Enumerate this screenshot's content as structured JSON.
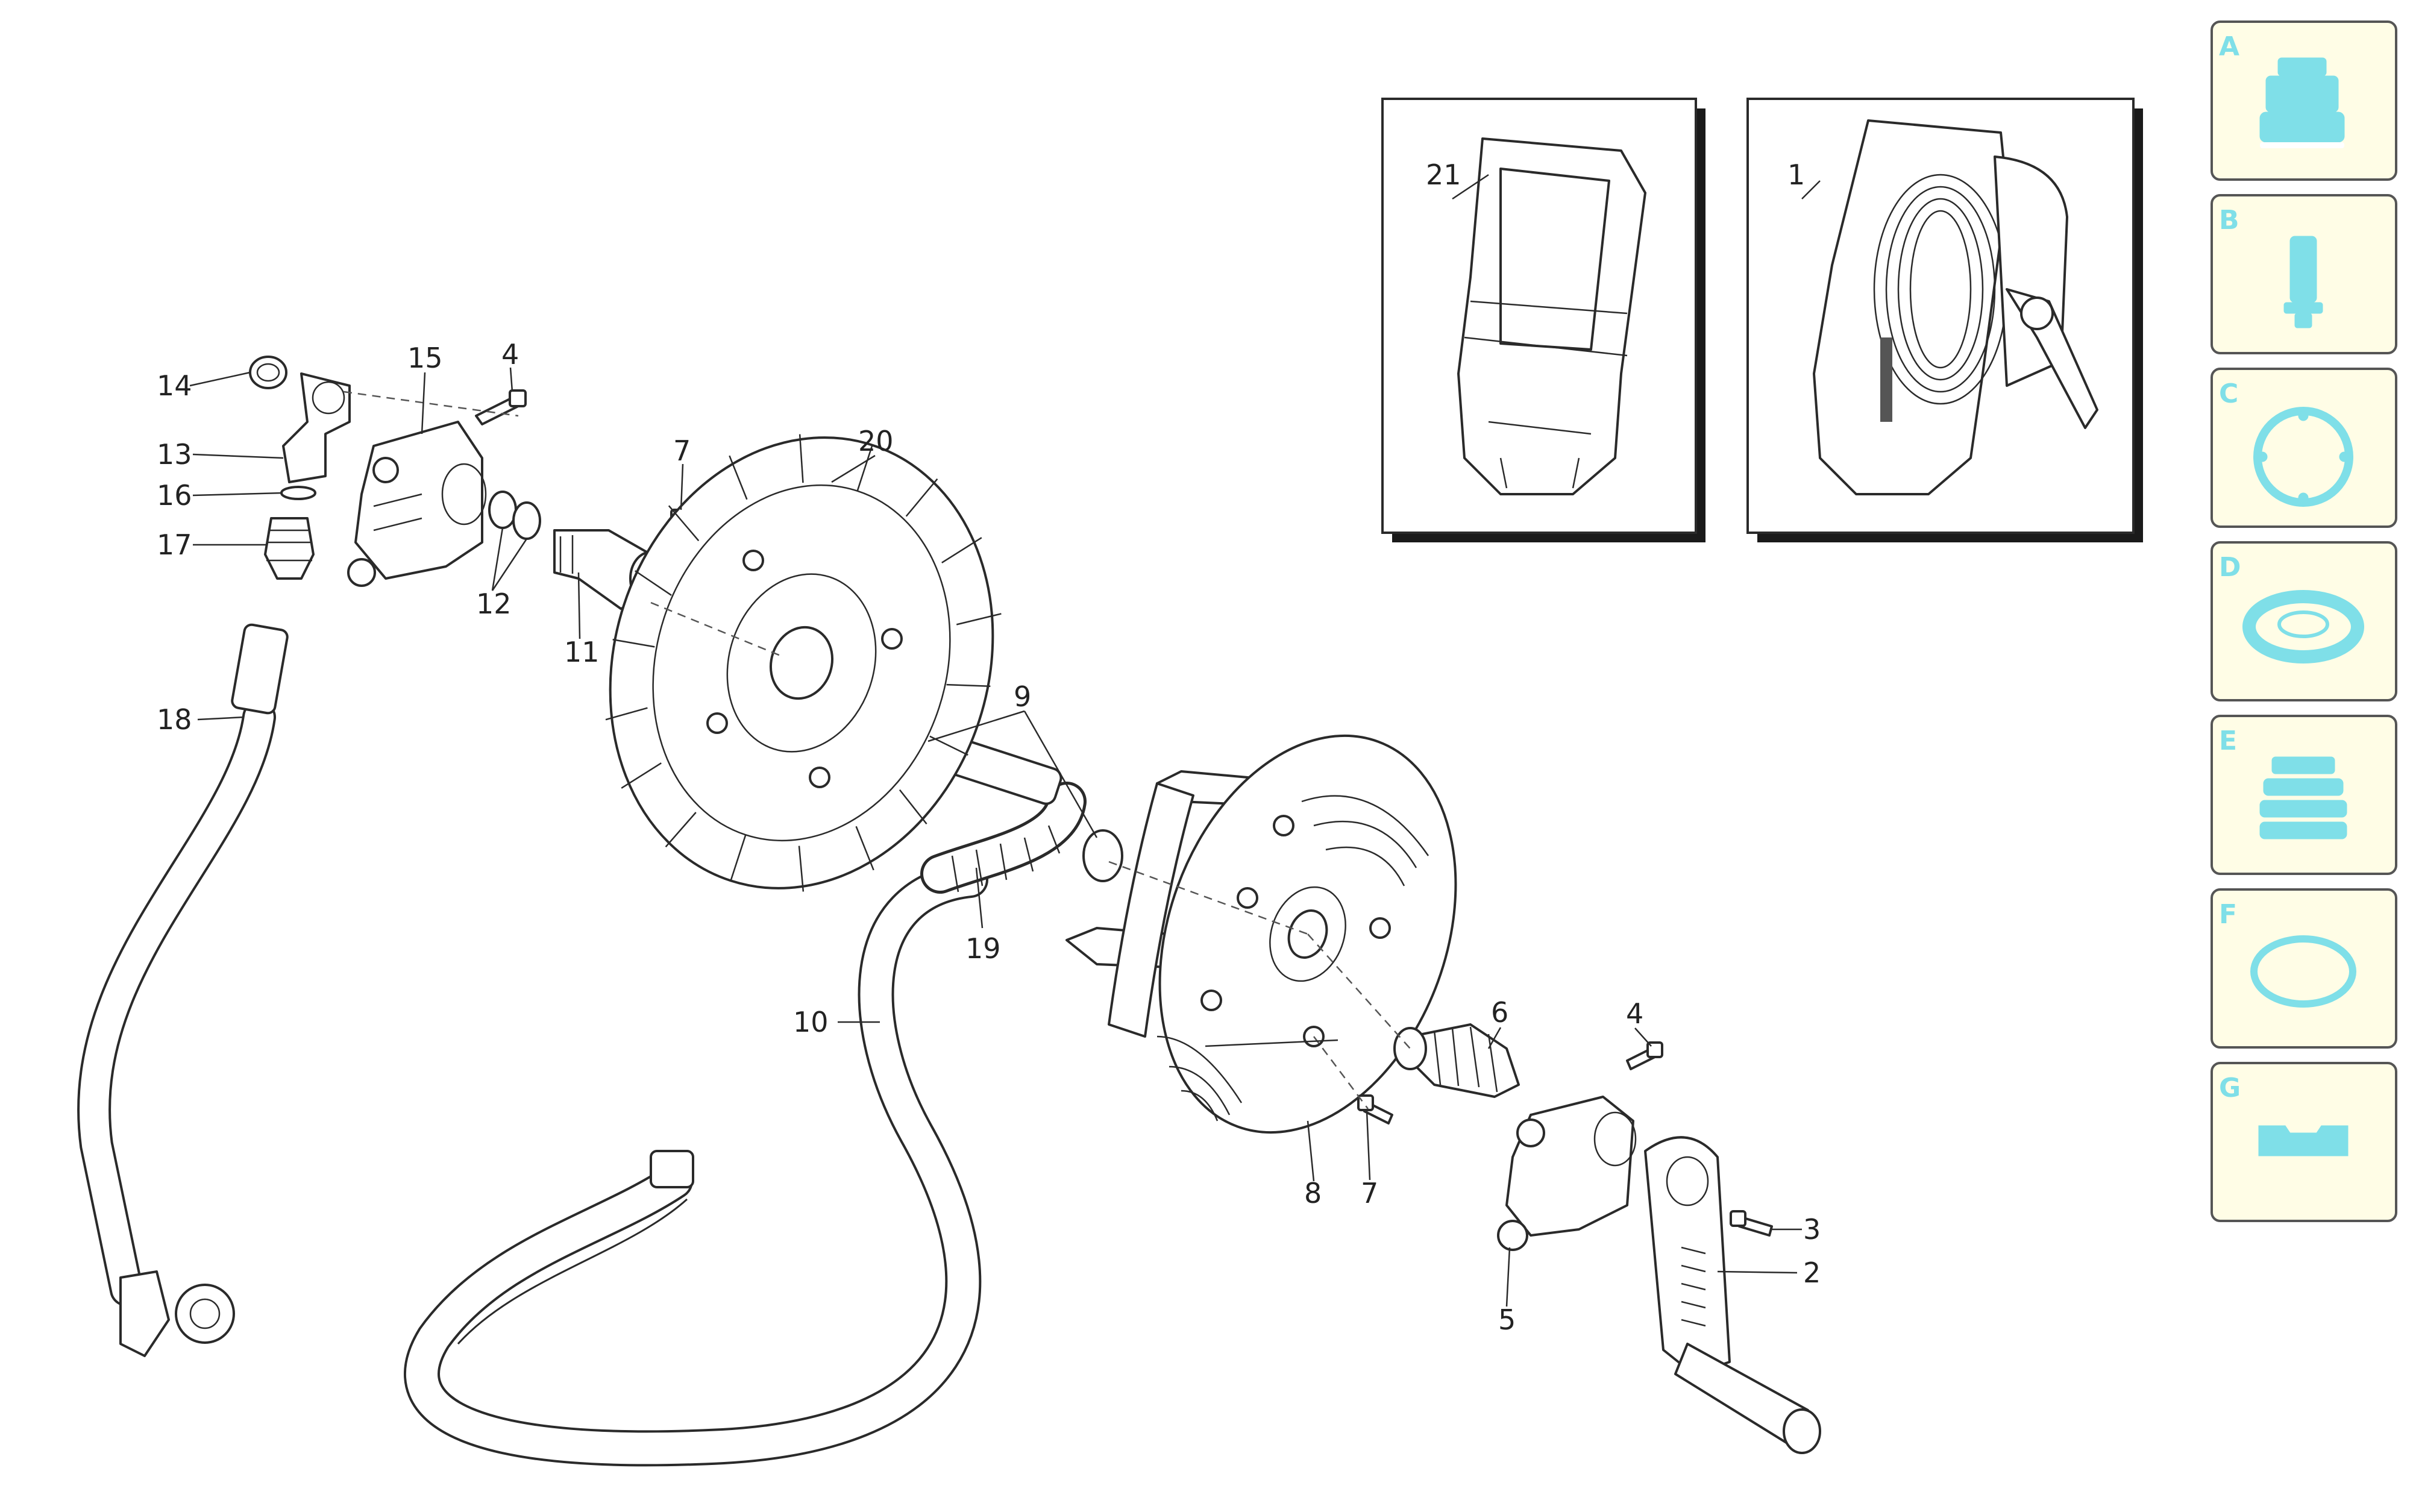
{
  "labels": {
    "p1": "1",
    "p2": "2",
    "p3": "3",
    "p4a": "4",
    "p4b": "4",
    "p5": "5",
    "p6": "6",
    "p7a": "7",
    "p7b": "7",
    "p8": "8",
    "p9": "9",
    "p10": "10",
    "p11": "11",
    "p12": "12",
    "p13": "13",
    "p14": "14",
    "p15": "15",
    "p16": "16",
    "p17": "17",
    "p18": "18",
    "p19": "19",
    "p20": "20",
    "p21": "21"
  },
  "sidebar": {
    "tabs": [
      {
        "letter": "A",
        "icon": "quick-coupler-icon"
      },
      {
        "letter": "B",
        "icon": "connector-icon"
      },
      {
        "letter": "C",
        "icon": "flange-gasket-icon"
      },
      {
        "letter": "D",
        "icon": "seal-ring-icon"
      },
      {
        "letter": "E",
        "icon": "bellows-icon"
      },
      {
        "letter": "F",
        "icon": "o-ring-icon"
      },
      {
        "letter": "G",
        "icon": "block-icon"
      }
    ],
    "accent": "#7fdfe8",
    "border": "#555555",
    "background": "#fffde6"
  }
}
